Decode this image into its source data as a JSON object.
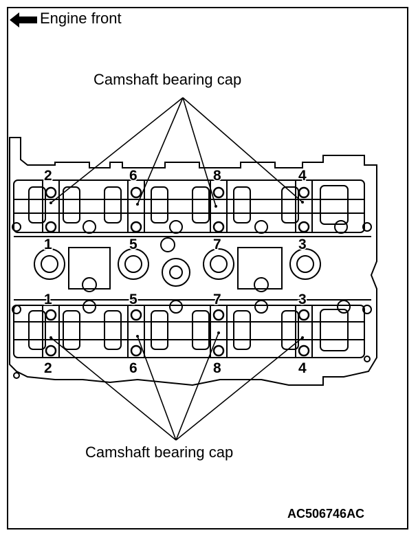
{
  "header": {
    "direction_label": "Engine front"
  },
  "callouts": {
    "top": "Camshaft bearing cap",
    "bottom": "Camshaft bearing cap"
  },
  "figure_code": "AC506746AC",
  "cap_numbers": {
    "top_outer": [
      "2",
      "6",
      "8",
      "4"
    ],
    "top_inner": [
      "1",
      "5",
      "7",
      "3"
    ],
    "bottom_inner": [
      "1",
      "5",
      "7",
      "3"
    ],
    "bottom_outer": [
      "2",
      "6",
      "8",
      "4"
    ]
  }
}
